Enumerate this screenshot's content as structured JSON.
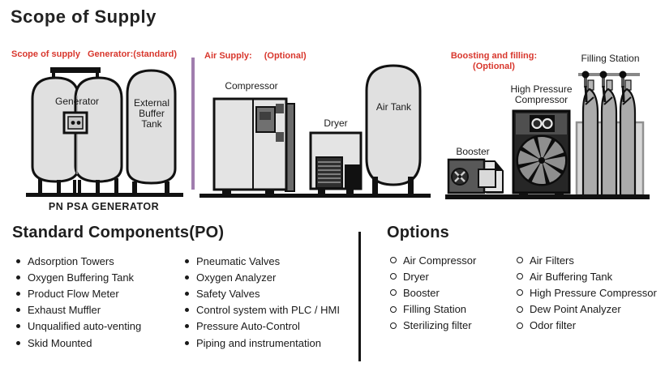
{
  "title": "Scope of Supply",
  "diagram": {
    "generator_section": {
      "label_scope": "Scope of supply",
      "label_generator": "Generator:(standard)",
      "generator_label": "Generator",
      "buffer_tank_label": "External Buffer Tank",
      "caption": "PN  PSA GENERATOR"
    },
    "air_supply_section": {
      "label": "Air Supply:",
      "optional": "(Optional)",
      "compressor_label": "Compressor",
      "dryer_label": "Dryer",
      "air_tank_label": "Air Tank"
    },
    "boosting_section": {
      "label_line1": "Boosting and filling:",
      "label_line2": "(Optional)",
      "booster_label": "Booster",
      "hp_compressor_label": "High Pressure Compressor",
      "filling_station_label": "Filling Station"
    }
  },
  "standard_components": {
    "heading": "Standard Components(PO)",
    "col1": [
      "Adsorption Towers",
      "Oxygen Buffering Tank",
      "Product Flow Meter",
      "Exhaust Muffler",
      "Unqualified auto-venting",
      "Skid Mounted"
    ],
    "col2": [
      "Pneumatic Valves",
      "Oxygen Analyzer",
      "Safety Valves",
      "Control system with PLC / HMI",
      "Pressure Auto-Control",
      "Piping and instrumentation"
    ]
  },
  "options": {
    "heading": "Options",
    "col1": [
      "Air Compressor",
      "Dryer",
      "Booster",
      "Filling Station",
      "Sterilizing filter"
    ],
    "col2": [
      "Air Filters",
      "Air Buffering Tank",
      "High Pressure Compressor",
      "Dew Point Analyzer",
      "Odor filter"
    ]
  },
  "colors": {
    "accent_red": "#d8372d",
    "section_divider_purple": "#a07dae",
    "list_divider_black": "#141414",
    "equipment_fill": "#e0e0e0",
    "outline": "#111111"
  }
}
